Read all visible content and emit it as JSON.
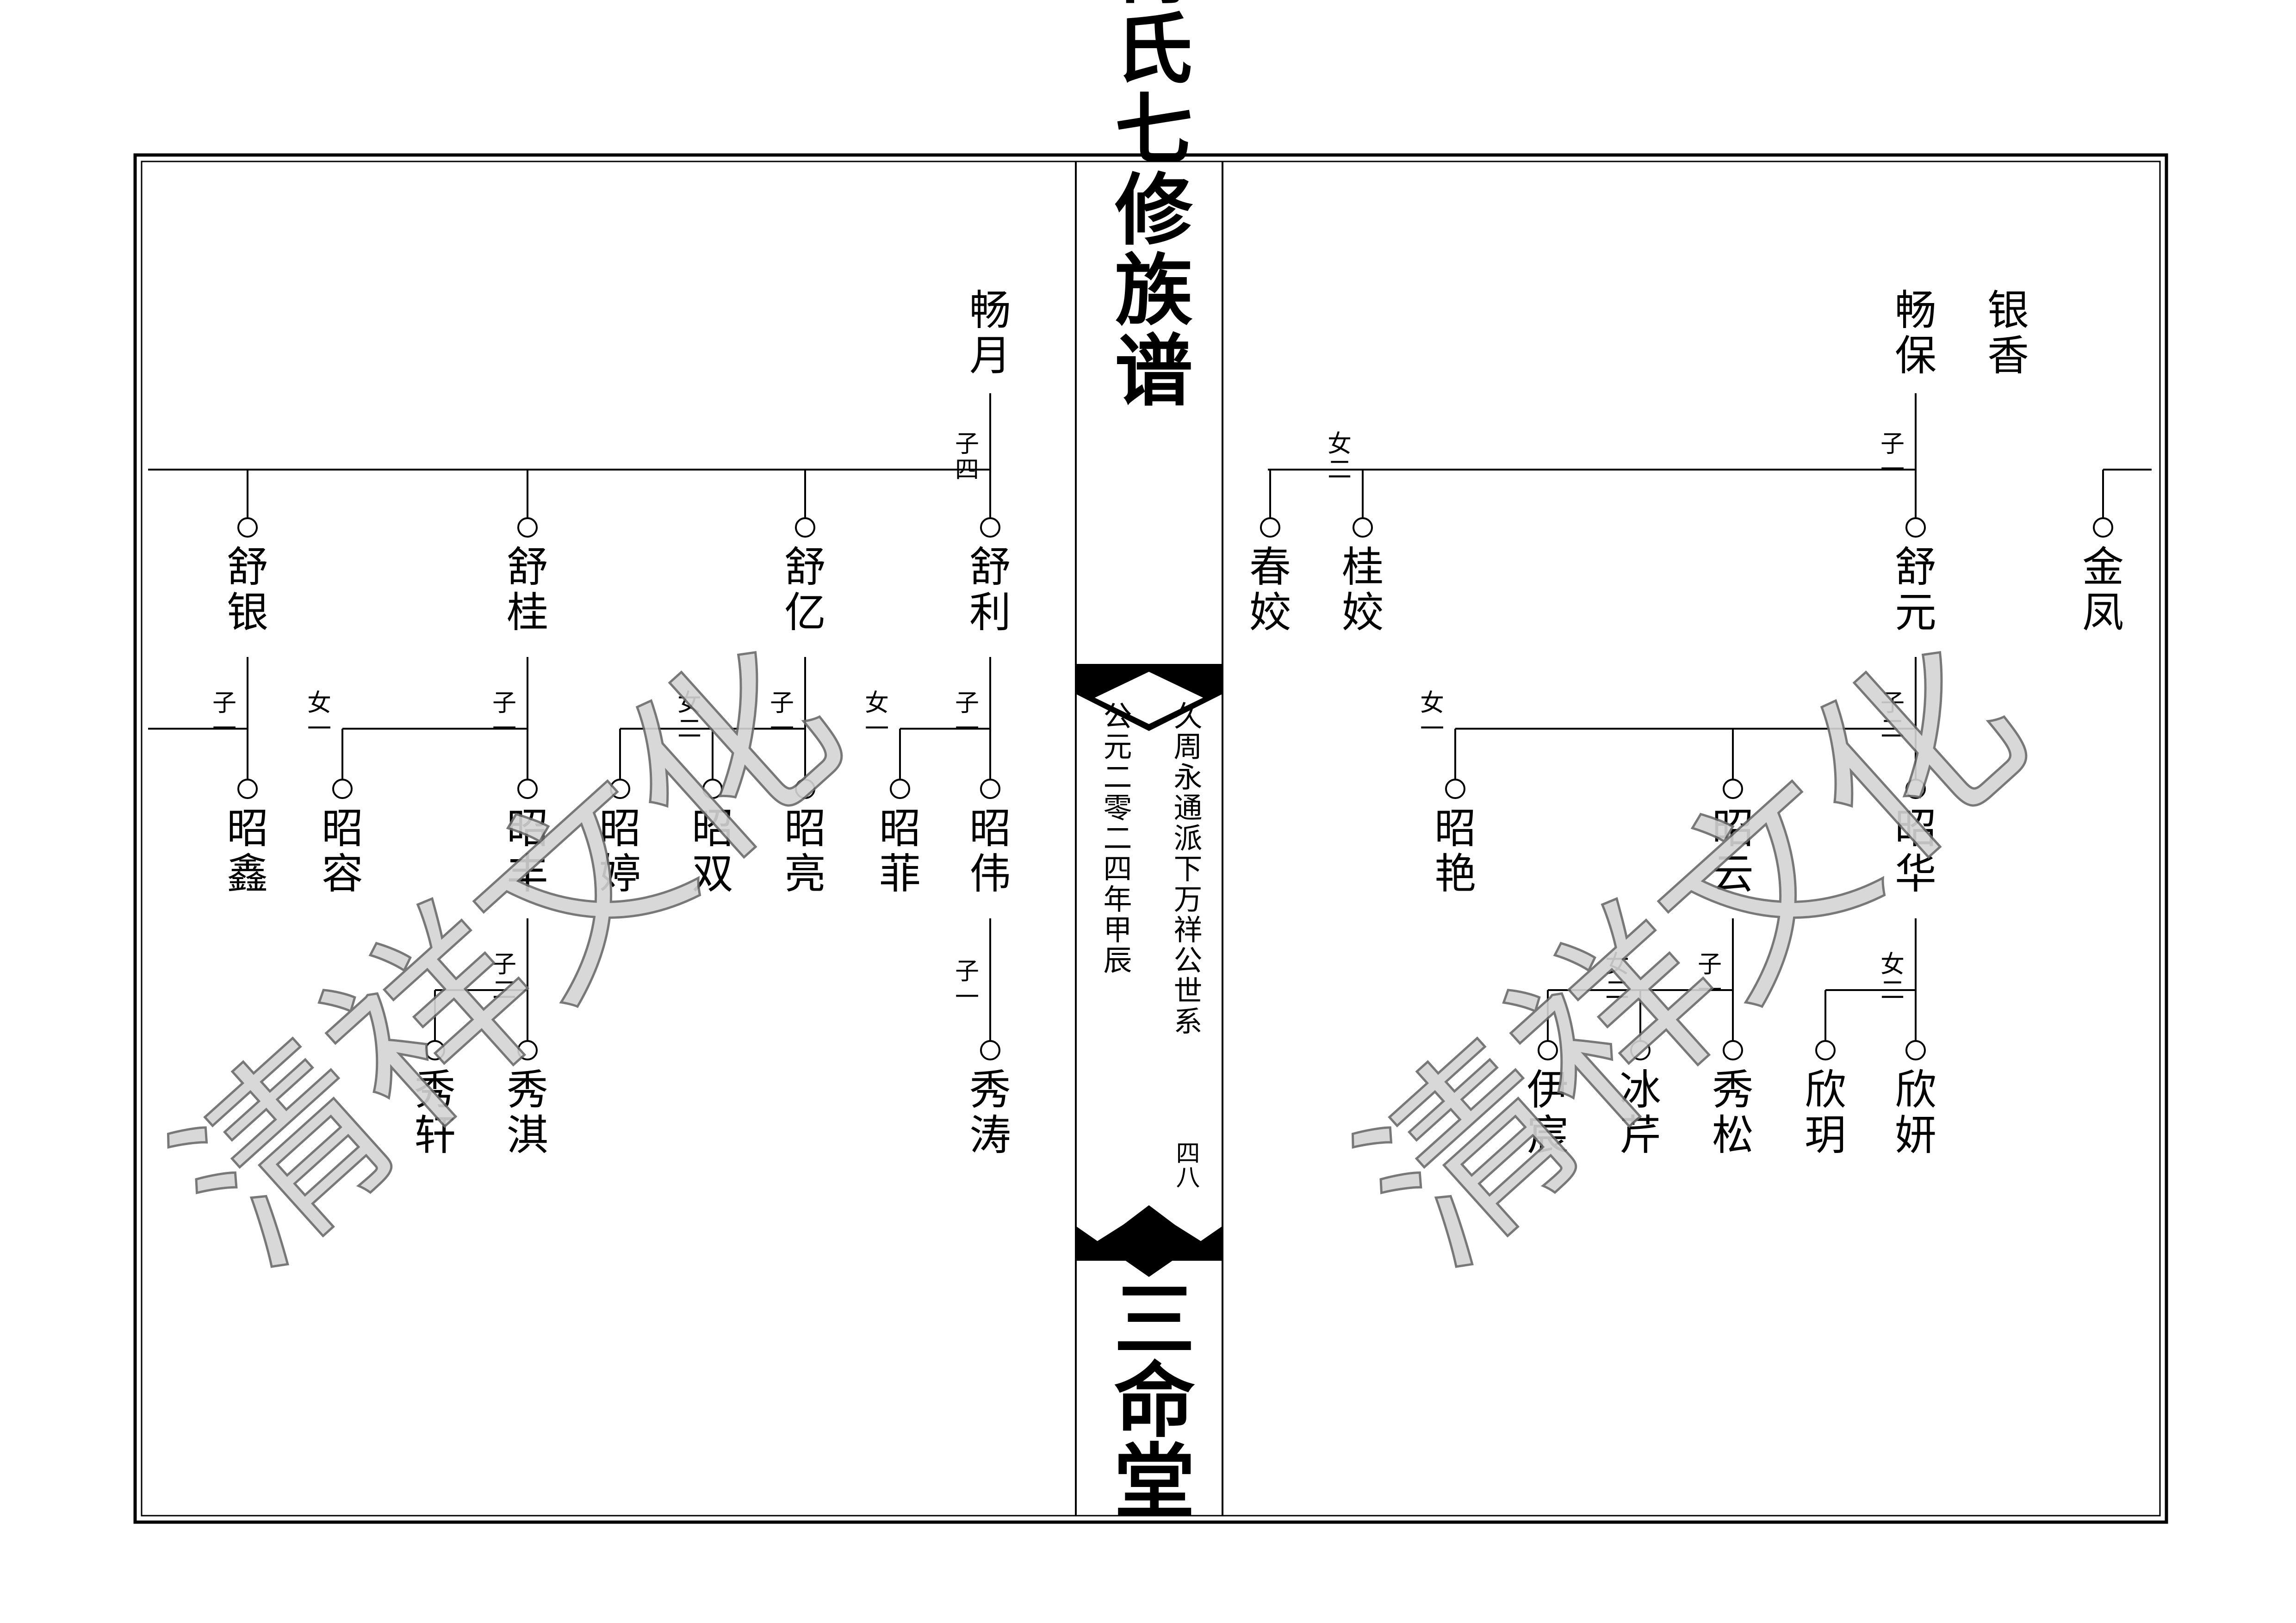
{
  "spine": {
    "title": "傅氏七修族谱",
    "subtitle": "久周永通派下万祥公世系",
    "date": "公元二零二四年甲辰",
    "page_number": "四八",
    "hall": "三命堂"
  },
  "watermark": "清祥文化",
  "left_page": {
    "father": "畅月",
    "father_mark": [
      "子",
      "四"
    ],
    "children": [
      {
        "name": "舒利",
        "mark": [
          "子",
          "一"
        ],
        "daughters_mark": [
          "女",
          "一"
        ],
        "children": [
          "昭伟",
          "昭菲"
        ],
        "grandchildren": {
          "parent": "昭伟",
          "mark": [
            "子",
            "一"
          ],
          "names": [
            "秀涛"
          ]
        }
      },
      {
        "name": "舒亿",
        "mark": [
          "子",
          "一"
        ],
        "daughters_mark": [
          "女",
          "二"
        ],
        "children": [
          "昭亮",
          "昭双",
          "昭婷"
        ]
      },
      {
        "name": "舒桂",
        "mark": [
          "子",
          "一"
        ],
        "daughters_mark": [
          "女",
          "一"
        ],
        "children": [
          "昭丰",
          "昭容"
        ],
        "grandchildren": {
          "parent": "昭丰",
          "mark": [
            "子",
            "二"
          ],
          "names": [
            "秀淇",
            "秀轩"
          ]
        }
      },
      {
        "name": "舒银",
        "mark": [
          "子",
          "一"
        ],
        "children": [
          "昭鑫"
        ]
      }
    ]
  },
  "right_page": {
    "father": "畅保",
    "mother": "银香",
    "father_mark": [
      "子",
      "一"
    ],
    "daughters_mark": [
      "女",
      "二"
    ],
    "children": [
      "舒元",
      "桂姣",
      "春姣"
    ],
    "side_person": "金凤",
    "shuyuan": {
      "mark": [
        "子",
        "二"
      ],
      "daughters_mark": [
        "女",
        "一"
      ],
      "children": [
        "昭华",
        "昭云",
        "昭艳"
      ]
    },
    "zhaohua": {
      "daughters_mark": [
        "女",
        "二"
      ],
      "children": [
        "欣妍",
        "欣玥"
      ]
    },
    "zhaoyun": {
      "mark": [
        "子",
        "一"
      ],
      "daughters_mark": [
        "女",
        "二"
      ],
      "children": [
        "秀松",
        "冰芹",
        "伊宸"
      ]
    }
  }
}
